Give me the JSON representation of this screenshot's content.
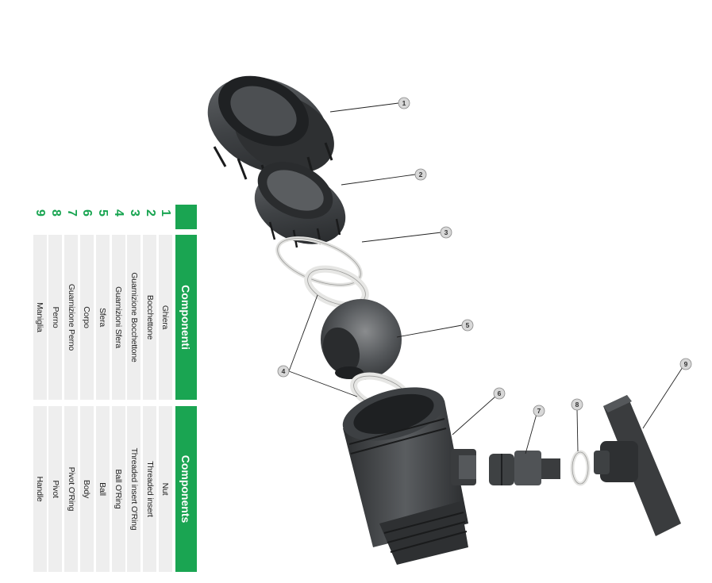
{
  "table": {
    "header_it": "Componenti",
    "header_en": "Components",
    "rows": [
      {
        "num": "1",
        "it": "Ghiera",
        "en": "Nut"
      },
      {
        "num": "2",
        "it": "Bocchettone",
        "en": "Threaded insert"
      },
      {
        "num": "3",
        "it": "Guarnizione Bocchettone",
        "en": "Threaded insert O'Ring"
      },
      {
        "num": "4",
        "it": "Guarnizioni Sfera",
        "en": "Ball O'Ring"
      },
      {
        "num": "5",
        "it": "Sfera",
        "en": "Ball"
      },
      {
        "num": "6",
        "it": "Corpo",
        "en": "Body"
      },
      {
        "num": "7",
        "it": "Guarnizione Perno",
        "en": "Pivot O'Ring"
      },
      {
        "num": "8",
        "it": "Perno",
        "en": "Pivot"
      },
      {
        "num": "9",
        "it": "Maniglia",
        "en": "Handle"
      }
    ]
  },
  "callouts": [
    "1",
    "2",
    "3",
    "4",
    "5",
    "6",
    "7",
    "8",
    "9"
  ],
  "colors": {
    "accent_green": "#1aa552",
    "row_grey": "#eeeeee",
    "part_dark": "#3a3c3e",
    "seal_light": "#e8e8e6"
  }
}
